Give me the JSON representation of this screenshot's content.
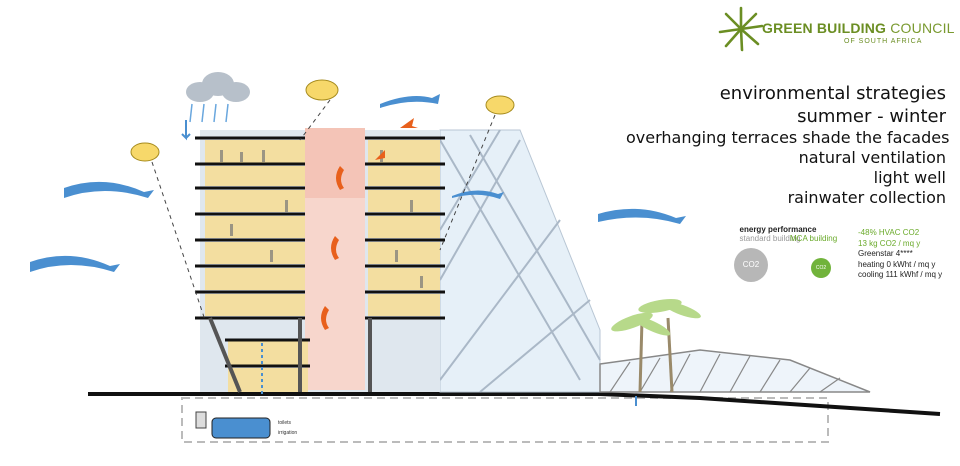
{
  "logo": {
    "name_bold": "GREEN BUILDING",
    "name_light": "COUNCIL",
    "subtitle": "OF SOUTH AFRICA"
  },
  "strategies": {
    "title": "environmental strategies",
    "season": "summer - winter",
    "items": [
      "overhanging terraces shade the facades",
      "natural ventilation",
      "light well",
      "rainwater collection"
    ]
  },
  "energy": {
    "title": "energy performance",
    "standard_label": "standard building",
    "mca_label": "MCA building",
    "co2_standard": "CO2",
    "co2_mca": "CO2",
    "stats_green": [
      "-48% HVAC CO2",
      "13 kg CO2 / mq y"
    ],
    "stats_dark": [
      "Greenstar 4****",
      "heating 0 kWht / mq y",
      "cooling 111 kWhf / mq y"
    ]
  },
  "tank": {
    "toilets": "toilets",
    "irrigation": "irrigation"
  },
  "colors": {
    "logo_green": "#6b8e23",
    "wind_blue": "#4a8fd0",
    "floor_warm": "#f3dea0",
    "lightwell_pink": "#f2b7a8",
    "sun_yellow": "#f7d86a",
    "warm_arrow": "#e8601c",
    "mca_green": "#71b33b",
    "standard_grey": "#b7b7b7"
  }
}
